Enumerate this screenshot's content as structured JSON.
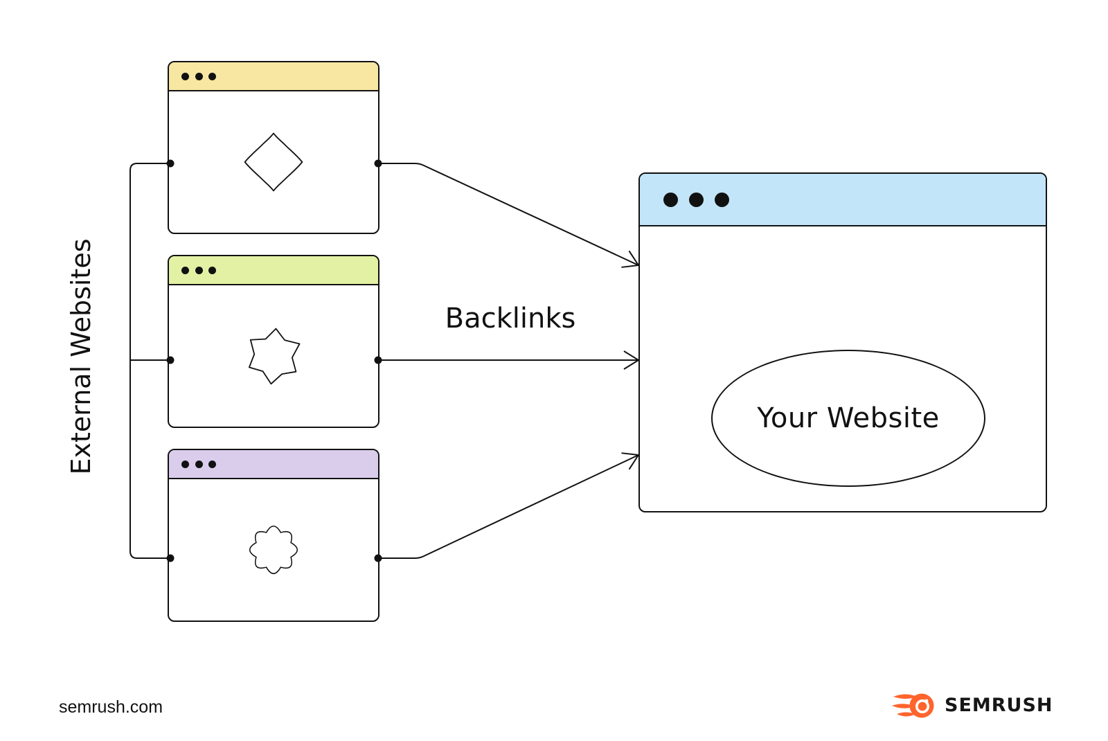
{
  "labels": {
    "group": "External Websites",
    "arrow": "Backlinks",
    "target": "Your Website"
  },
  "footer": {
    "site_url": "semrush.com",
    "brand_name": "SEMRUSH"
  },
  "source_windows": [
    {
      "name": "external-site-1",
      "bar_color_key": "win_yellow",
      "shape_icon": "wavy-diamond-icon"
    },
    {
      "name": "external-site-2",
      "bar_color_key": "win_green",
      "shape_icon": "wavy-star-icon"
    },
    {
      "name": "external-site-3",
      "bar_color_key": "win_purple",
      "shape_icon": "scalloped-seal-icon"
    }
  ],
  "target_window": {
    "name": "your-website-window",
    "bar_color_key": "win_blue"
  },
  "colors": {
    "line": "#111111",
    "text": "#111111",
    "win_yellow": "#F7E7A3",
    "win_green": "#E3F1A4",
    "win_purple": "#DACDEC",
    "win_blue": "#C2E5F9",
    "brand_orange": "#FF642D"
  }
}
